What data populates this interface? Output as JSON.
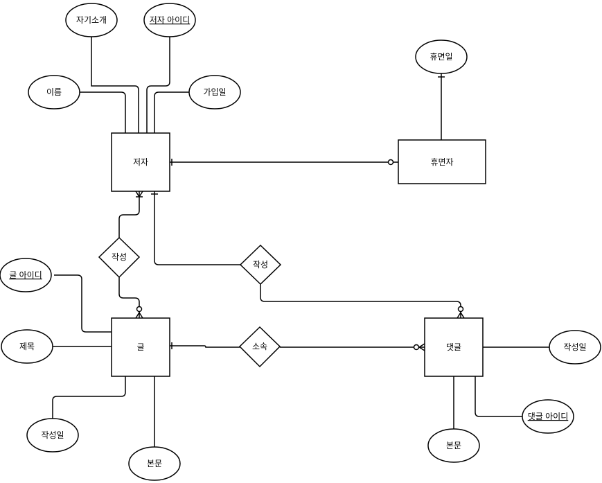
{
  "entities": {
    "author": "저자",
    "dormant": "휴면자",
    "post": "글",
    "comment": "댓글"
  },
  "relationships": {
    "writes_post": "작성",
    "writes_comment": "작성",
    "belongs_to": "소속"
  },
  "attributes": {
    "author_intro": "자기소개",
    "author_id": "저자 아이디",
    "author_name": "이름",
    "author_join_date": "가입일",
    "dormant_date": "휴면일",
    "post_id": "글 아이디",
    "post_title": "제목",
    "post_created": "작성일",
    "post_body": "본문",
    "comment_created": "작성일",
    "comment_id": "댓글 아이디",
    "comment_body": "본문"
  }
}
